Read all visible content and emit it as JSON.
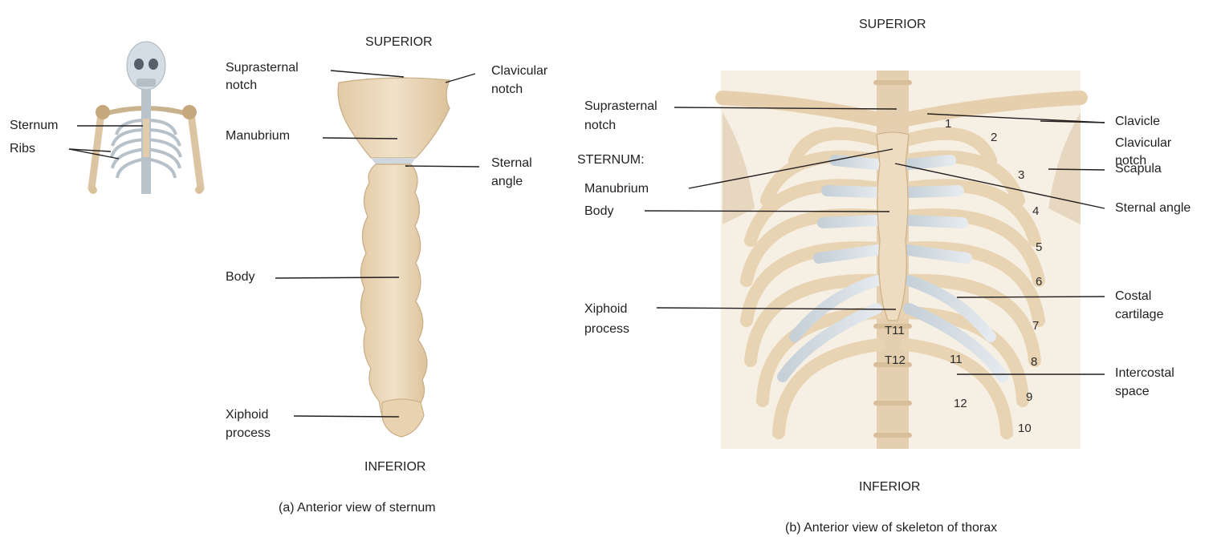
{
  "panel_a": {
    "superior": "SUPERIOR",
    "inferior": "INFERIOR",
    "caption": "(a) Anterior view of sternum",
    "labels": {
      "suprasternal_notch": [
        "Suprasternal",
        "notch"
      ],
      "clavicular_notch": [
        "Clavicular",
        "notch"
      ],
      "manubrium": "Manubrium",
      "sternal_angle": [
        "Sternal",
        "angle"
      ],
      "body": "Body",
      "xiphoid_process": [
        "Xiphoid",
        "process"
      ]
    }
  },
  "inset": {
    "labels": {
      "sternum": "Sternum",
      "ribs": "Ribs"
    }
  },
  "panel_b": {
    "superior": "SUPERIOR",
    "inferior": "INFERIOR",
    "caption": "(b) Anterior view of skeleton of thorax",
    "labels": {
      "suprasternal_notch": [
        "Suprasternal",
        "notch"
      ],
      "sternum_heading": "STERNUM:",
      "manubrium": "Manubrium",
      "body": "Body",
      "xiphoid_process": [
        "Xiphoid",
        "process"
      ],
      "clavicle": "Clavicle",
      "clavicular_notch": [
        "Clavicular",
        "notch"
      ],
      "scapula": "Scapula",
      "sternal_angle": "Sternal angle",
      "costal_cartilage": [
        "Costal",
        "cartilage"
      ],
      "intercostal_space": [
        "Intercostal",
        "space"
      ]
    },
    "rib_numbers": [
      "1",
      "2",
      "3",
      "4",
      "5",
      "6",
      "7",
      "8",
      "9",
      "10",
      "11",
      "12"
    ],
    "vertebrae": [
      "T11",
      "T12"
    ]
  },
  "colors": {
    "bone": "#ecd9bd",
    "bone_shade": "#d9bf9a",
    "cartilage": "#d4dde4",
    "spine": "#e6d3b5",
    "inset_bone": "#c9d3dc"
  }
}
